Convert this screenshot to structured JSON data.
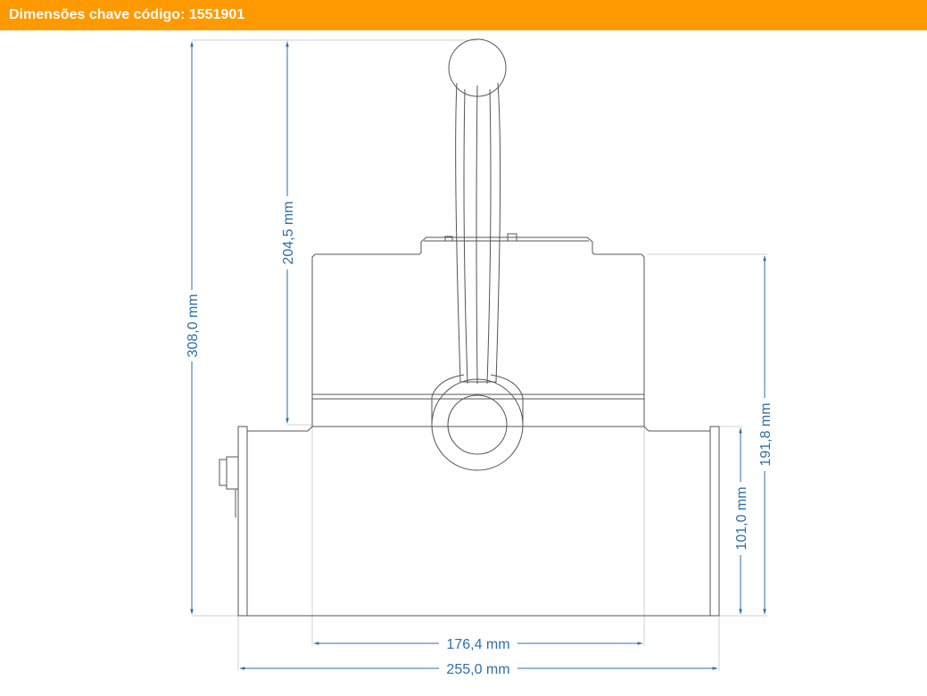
{
  "header": {
    "title": "Dimensões chave código: 1551901"
  },
  "dimensions": {
    "total_height": "308,0 mm",
    "lever_height": "204,5 mm",
    "housing_height": "191,8 mm",
    "base_height": "101,0 mm",
    "inner_width": "176,4 mm",
    "total_width": "255,0 mm"
  },
  "colors": {
    "header_bg": "#ff9900",
    "header_text": "#ffffff",
    "dimension": "#2e6fa8",
    "outline": "#555555"
  }
}
